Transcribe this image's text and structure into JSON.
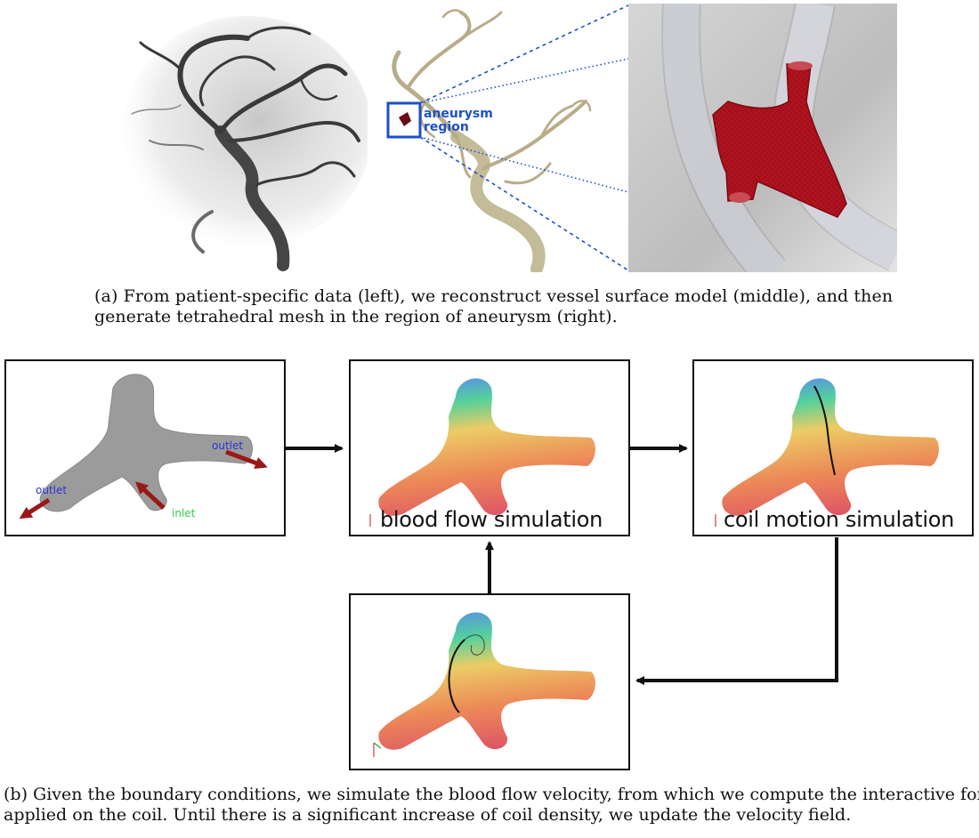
{
  "figure_a": {
    "annotation": {
      "line1": "aneurysm",
      "line2": "region"
    },
    "caption": {
      "line1": "(a)  From patient-specific data (left), we reconstruct vessel surface model (middle), and then",
      "line2": "generate tetrahedral mesh in the region of aneurysm (right)."
    }
  },
  "figure_b": {
    "panels": {
      "boundary": {
        "outlet_left": "outlet",
        "outlet_right": "outlet",
        "inlet": "inlet"
      },
      "blood_flow": {
        "label": "blood flow simulation"
      },
      "coil_motion": {
        "label": "coil motion simulation"
      }
    },
    "caption": {
      "line1": "(b)  Given the boundary conditions, we simulate the blood flow velocity, from which we compute the interactive force",
      "line2": "applied on the coil. Until there is a significant increase of coil density, we update the velocity field."
    }
  },
  "colors": {
    "annotation_blue": "#1c4fc9",
    "mesh_red": "#b3121f",
    "vessel_beige": "#c9c0a0",
    "arrow_red": "#9b1818",
    "outlet_blue": "#2b35d6",
    "inlet_green": "#2fd24a"
  }
}
